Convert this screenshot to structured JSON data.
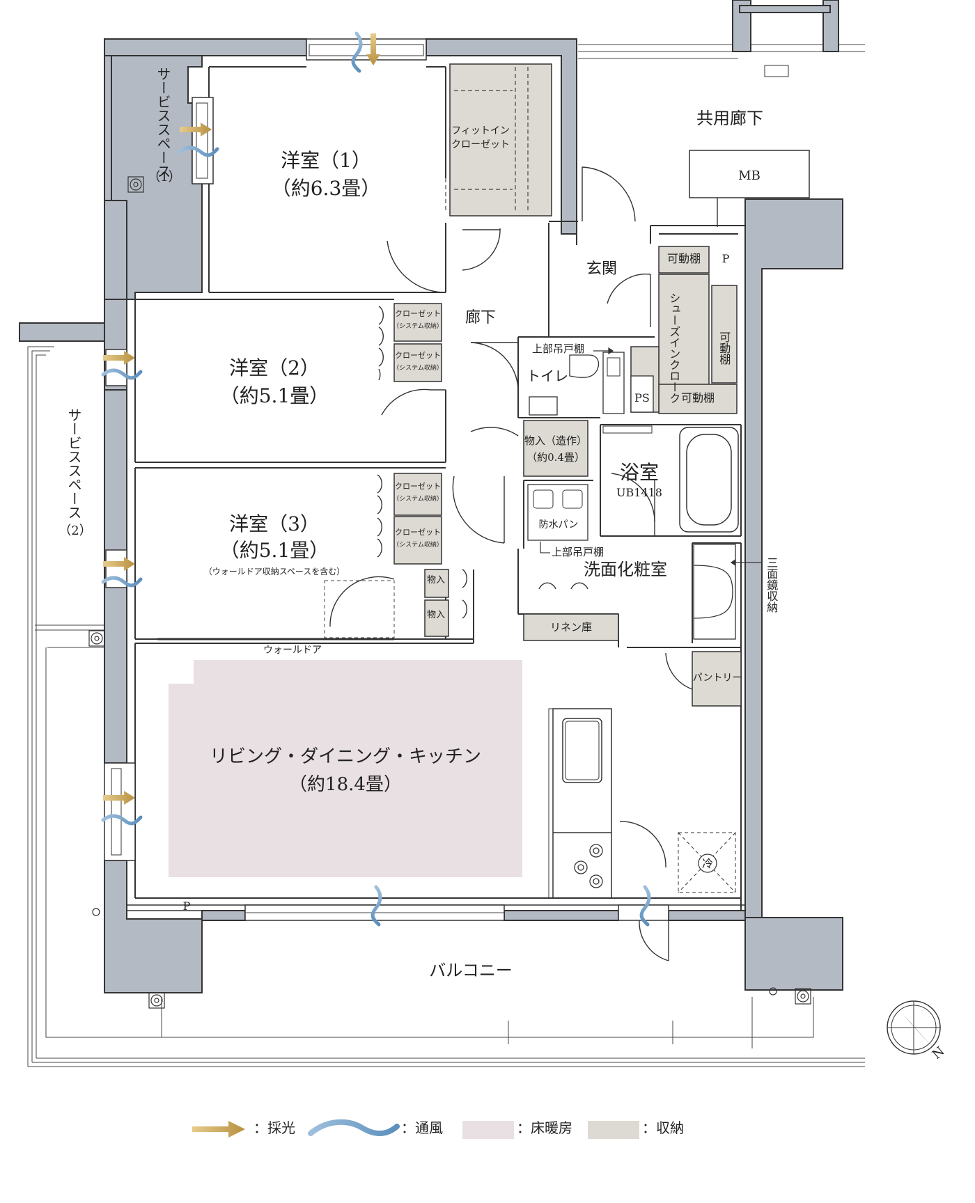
{
  "rooms": {
    "western1": {
      "name": "洋室（1）",
      "size": "（約6.3畳）"
    },
    "western2": {
      "name": "洋室（2）",
      "size": "（約5.1畳）"
    },
    "western3": {
      "name": "洋室（3）",
      "size": "（約5.1畳）",
      "note": "（ウォールドア収納スペースを含む）"
    },
    "ldk": {
      "name": "リビング・ダイニング・キッチン",
      "size": "（約18.4畳）"
    },
    "bath": {
      "name": "浴室",
      "unit": "UB1418"
    },
    "washroom": "洗面化粧室",
    "toilet": "トイレ",
    "entrance": "玄関",
    "hallway": "廊下",
    "balcony": "バルコニー",
    "corridor": "共用廊下",
    "service1": {
      "line1": "サービススペース",
      "line2": "（1）"
    },
    "service2": {
      "line1": "サービススペース",
      "line2": "（2）"
    }
  },
  "labels": {
    "fit_in_closet_1": "フィットイン",
    "fit_in_closet_2": "クローゼット",
    "closet": "クローゼット",
    "system_storage": "（システム収納）",
    "shoes_closet": "シューズインクローク",
    "movable_shelf": "可動棚",
    "movable_shelf_vertical": "可動棚",
    "ps": "PS",
    "p": "P",
    "mb": "MB",
    "storage_builtin_1": "物入（造作）",
    "storage_builtin_2": "（約0.4畳）",
    "storage": "物入",
    "waterproof_pan": "防水パン",
    "upper_cabinet": "上部吊戸棚",
    "linen": "リネン庫",
    "pantry": "パントリー",
    "wall_door": "ウォールドア",
    "mirror_storage": "三面鏡収納",
    "fridge": "冷",
    "north": "N"
  },
  "legend": [
    {
      "symbol": "light-arrow",
      "label": "：採光",
      "color": "#c9a85c"
    },
    {
      "symbol": "wind-wave",
      "label": "：通風",
      "color": "#6f9cc3"
    },
    {
      "symbol": "floor-heating",
      "label": "：床暖房",
      "color": "#e9e0e4"
    },
    {
      "symbol": "storage",
      "label": "：収納",
      "color": "#dcdad2"
    }
  ],
  "colors": {
    "wall": "#b4bac4",
    "storage": "#dcdad2",
    "heating": "#e9e0e4",
    "light": "#c9a85c",
    "wind": "#6f9cc3"
  }
}
